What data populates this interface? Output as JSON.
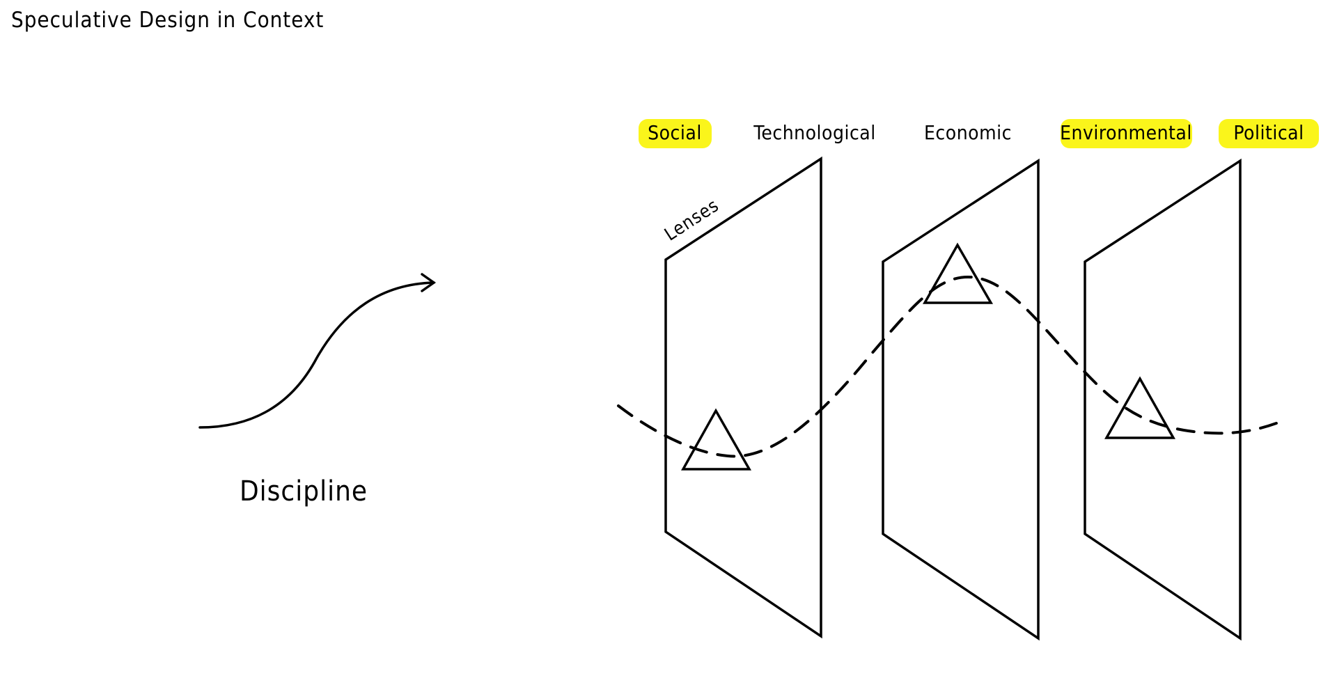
{
  "title": "Speculative Design in Context",
  "discipline_label": "Discipline",
  "lenses_label": "Lenses",
  "highlight_color": "#FAF51B",
  "line_color": "#000000",
  "tags": [
    {
      "label": "Social",
      "highlighted": true
    },
    {
      "label": "Technological",
      "highlighted": false
    },
    {
      "label": "Economic",
      "highlighted": false
    },
    {
      "label": "Environmental",
      "highlighted": true
    },
    {
      "label": "Political",
      "highlighted": true
    }
  ],
  "panels": [
    {
      "name": "lens-panel-1"
    },
    {
      "name": "lens-panel-2"
    },
    {
      "name": "lens-panel-3"
    }
  ],
  "markers": [
    {
      "name": "triangle-marker-1"
    },
    {
      "name": "triangle-marker-2"
    },
    {
      "name": "triangle-marker-3"
    }
  ]
}
